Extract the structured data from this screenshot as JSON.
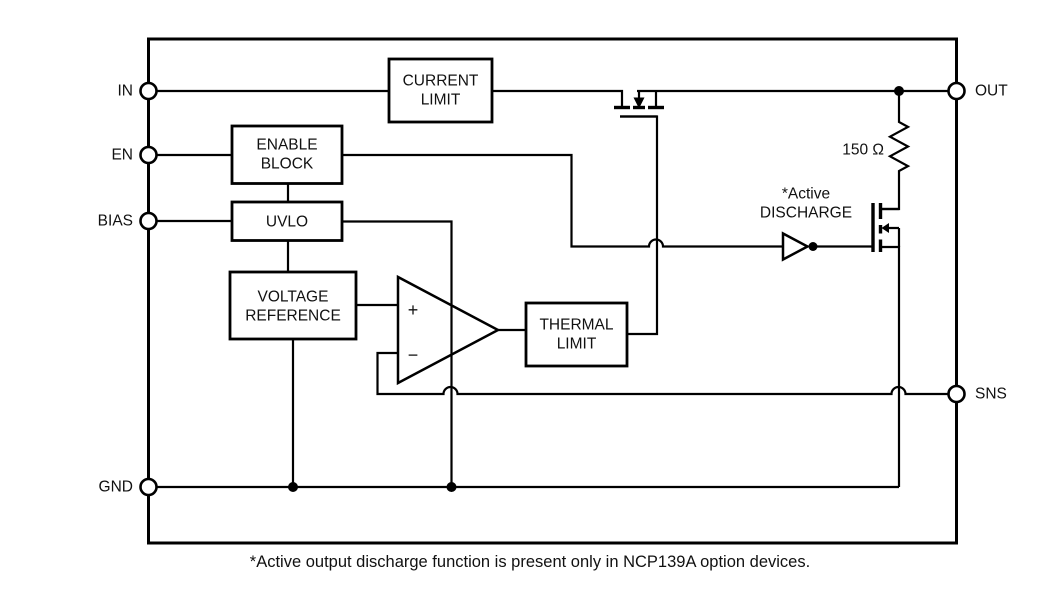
{
  "diagram": {
    "kind": "LDO regulator functional block diagram",
    "caption": "*Active output discharge function is present only in NCP139A option devices."
  },
  "colors": {
    "line": "#000000",
    "text": "#111111",
    "background": "#ffffff"
  },
  "pins": {
    "in": "IN",
    "en": "EN",
    "bias": "BIAS",
    "gnd": "GND",
    "out": "OUT",
    "sns": "SNS"
  },
  "blocks": {
    "current_limit": {
      "line1": "CURRENT",
      "line2": "LIMIT"
    },
    "enable_block": {
      "line1": "ENABLE",
      "line2": "BLOCK"
    },
    "uvlo": {
      "label": "UVLO"
    },
    "voltage_reference": {
      "line1": "VOLTAGE",
      "line2": "REFERENCE"
    },
    "thermal_limit": {
      "line1": "THERMAL",
      "line2": "LIMIT"
    }
  },
  "error_amplifier": {
    "noninverting_input": "+",
    "inverting_input": "−"
  },
  "discharge_resistor": {
    "value": "150 Ω"
  },
  "active_discharge": {
    "line1": "*Active",
    "line2": "DISCHARGE"
  }
}
